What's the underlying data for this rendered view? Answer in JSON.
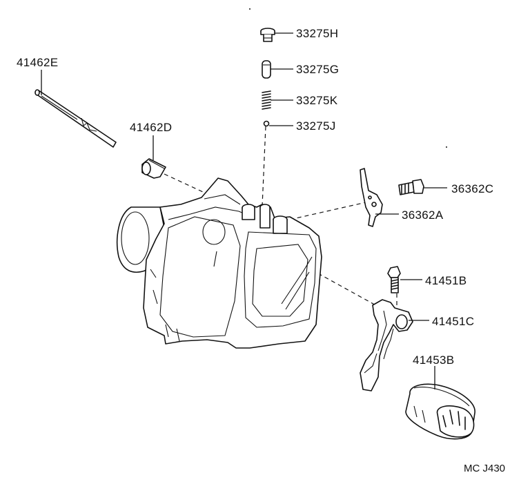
{
  "diagram": {
    "code": "MC J430",
    "parts": [
      {
        "id": "h",
        "label": "33275H"
      },
      {
        "id": "g",
        "label": "33275G"
      },
      {
        "id": "k",
        "label": "33275K"
      },
      {
        "id": "j",
        "label": "33275J"
      },
      {
        "id": "e",
        "label": "41462E"
      },
      {
        "id": "d",
        "label": "41462D"
      },
      {
        "id": "c36",
        "label": "36362C"
      },
      {
        "id": "a36",
        "label": "36362A"
      },
      {
        "id": "b41",
        "label": "41451B"
      },
      {
        "id": "c41",
        "label": "41451C"
      },
      {
        "id": "b453",
        "label": "41453B"
      }
    ]
  },
  "colors": {
    "ink": "#111111",
    "background": "#ffffff"
  }
}
